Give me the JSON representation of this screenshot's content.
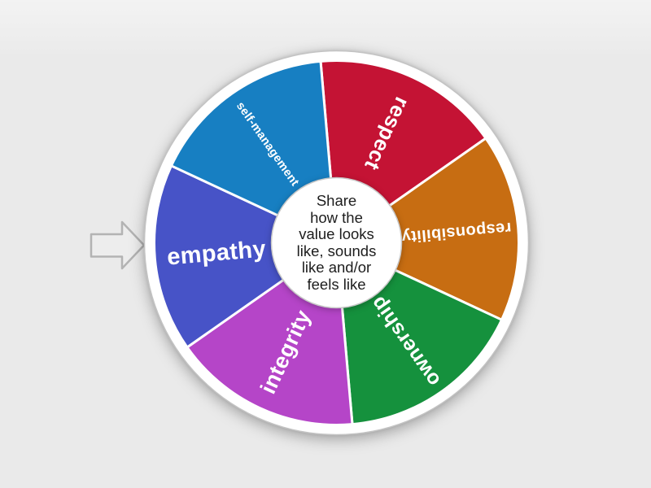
{
  "background_color": "#eaeaea",
  "pointer": {
    "icon": "right-arrow-pointer-icon",
    "fill": "#ededed",
    "stroke": "#b3b3b3"
  },
  "wheel": {
    "type": "spinner-wheel",
    "label_text_color": "#ffffff",
    "ring_color": "#ffffff",
    "center_prompt": {
      "text_color": "#1d1d1d",
      "lines": [
        "Share",
        "how the",
        "value looks",
        "like, sounds",
        "like and/or",
        "feels like"
      ]
    },
    "segments": [
      {
        "label": "respect",
        "color": "#c41334"
      },
      {
        "label": "responsibility",
        "color": "#c76d12"
      },
      {
        "label": "ownership",
        "color": "#15913d"
      },
      {
        "label": "integrity",
        "color": "#b545c8"
      },
      {
        "label": "empathy",
        "color": "#4753c7"
      },
      {
        "label": "self-management",
        "color": "#177fc2"
      }
    ]
  }
}
